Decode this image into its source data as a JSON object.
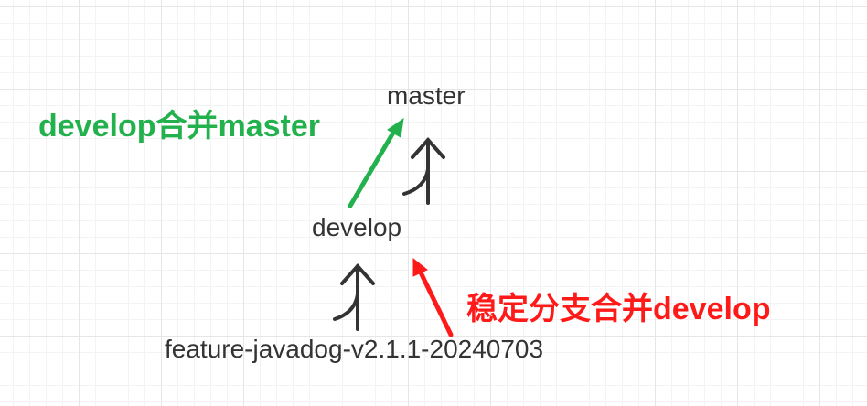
{
  "nodes": {
    "master": "master",
    "develop": "develop",
    "feature": "feature-javadog-v2.1.1-20240703"
  },
  "labels": {
    "develop_to_master": "develop合并master",
    "stable_to_develop": "稳定分支合并develop"
  },
  "colors": {
    "green": "#22b14c",
    "red": "#ff1a1a",
    "dark": "#333333"
  }
}
